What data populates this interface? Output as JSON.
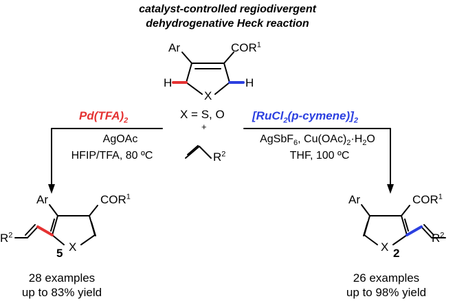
{
  "header": {
    "title_line1": "catalyst-controlled regiodivergent",
    "title_line2": "dehydrogenative Heck reaction"
  },
  "substrate": {
    "aryl": "Ar",
    "acyl": "COR",
    "acyl_sup": "1",
    "h_left": "H",
    "h_right": "H",
    "heteroatom": "X",
    "x_def": "X = S, O",
    "plus": "+"
  },
  "alkene": {
    "group": "R",
    "group_sup": "2"
  },
  "left_route": {
    "catalyst_pre": "Pd(TFA)",
    "catalyst_sub": "2",
    "cond1": "AgOAc",
    "cond2": "HFIP/TFA, 80 ºC",
    "color": "#e53232"
  },
  "right_route": {
    "catalyst_a": "[RuCl",
    "catalyst_b": "2",
    "catalyst_c": "(p-cymene)]",
    "catalyst_d": "2",
    "cond1_a": "AgSbF",
    "cond1_b": "6",
    "cond1_c": ", Cu(OAc)",
    "cond1_d": "2",
    "cond1_e": "·H",
    "cond1_f": "2",
    "cond1_g": "O",
    "cond2": "THF, 100 ºC",
    "color": "#2b3fe0"
  },
  "product_left": {
    "aryl": "Ar",
    "acyl": "COR",
    "acyl_sup": "1",
    "group": "R",
    "group_sup": "2",
    "heteroatom": "X",
    "number": "5",
    "examples": "28 examples",
    "yield": "up to 83% yield"
  },
  "product_right": {
    "aryl": "Ar",
    "acyl": "COR",
    "acyl_sup": "1",
    "group": "R",
    "group_sup": "2",
    "heteroatom": "X",
    "number": "2",
    "examples": "26 examples",
    "yield": "up to 98% yield"
  }
}
